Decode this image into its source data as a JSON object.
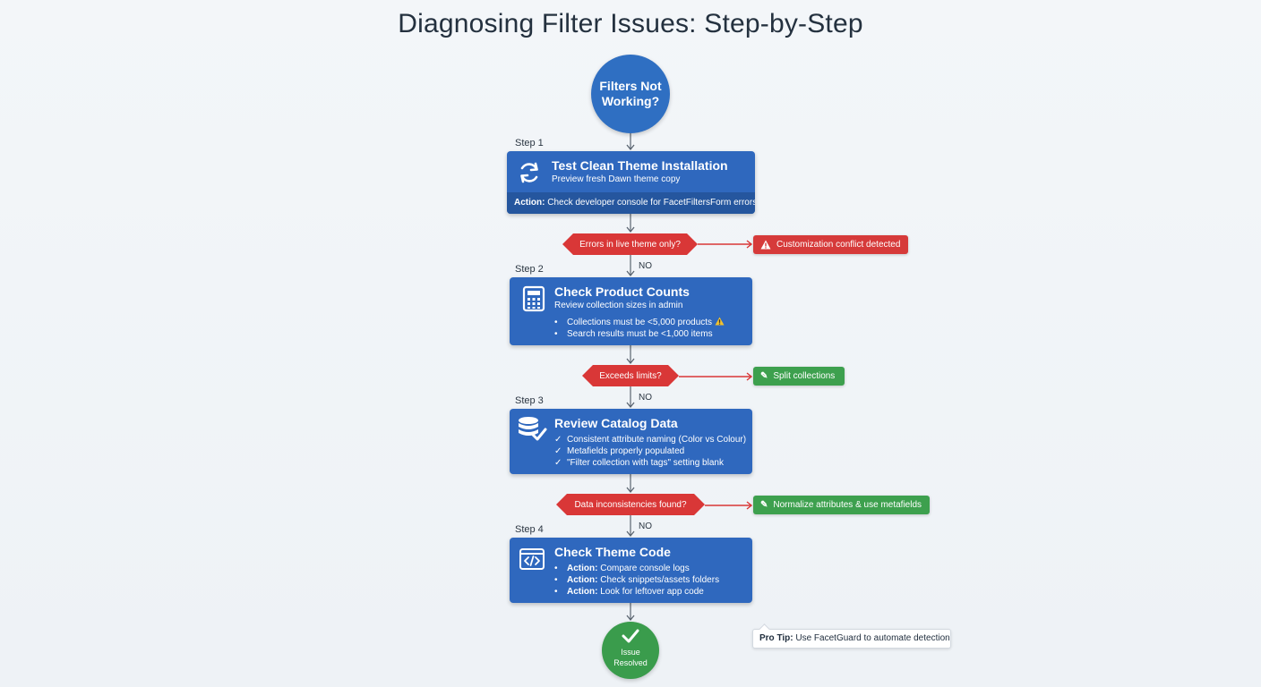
{
  "title": "Diagnosing Filter Issues: Step-by-Step",
  "start_node": "Filters Not Working?",
  "no_label": "NO",
  "colors": {
    "step_blue": "#2f68be",
    "decision_red": "#d93737",
    "success_green": "#3da04e"
  },
  "steps": [
    {
      "label": "Step 1",
      "icon": "refresh-icon",
      "heading": "Test Clean Theme Installation",
      "sub": "Preview fresh Dawn theme copy",
      "action_prefix": "Action:",
      "action_text": " Check developer console for FacetFiltersForm errors"
    },
    {
      "label": "Step 2",
      "icon": "calculator-icon",
      "heading": "Check Product Counts",
      "sub": "Review collection sizes in admin",
      "bullets": [
        "Collections must be <5,000 products",
        "Search results must be <1,000 items"
      ]
    },
    {
      "label": "Step 3",
      "icon": "database-check-icon",
      "heading": "Review Catalog Data",
      "checks": [
        "Consistent attribute naming (Color vs Colour)",
        "Metafields properly populated",
        "\"Filter collection with tags\" setting blank"
      ]
    },
    {
      "label": "Step 4",
      "icon": "code-icon",
      "heading": "Check Theme Code",
      "actions": [
        {
          "prefix": "Action:",
          "text": " Compare console logs"
        },
        {
          "prefix": "Action:",
          "text": " Check snippets/assets folders"
        },
        {
          "prefix": "Action:",
          "text": " Look for leftover app code"
        }
      ]
    }
  ],
  "decisions": [
    {
      "question": "Errors in live theme only?",
      "outcome": "Customization conflict detected",
      "outcome_type": "warning"
    },
    {
      "question": "Exceeds limits?",
      "outcome": "Split collections",
      "outcome_type": "fix"
    },
    {
      "question": "Data inconsistencies found?",
      "outcome": "Normalize attributes & use metafields",
      "outcome_type": "fix"
    }
  ],
  "end_node": {
    "line1": "Issue",
    "line2": "Resolved"
  },
  "pro_tip": {
    "prefix": "Pro Tip:",
    "text": " Use FacetGuard to automate detection"
  }
}
